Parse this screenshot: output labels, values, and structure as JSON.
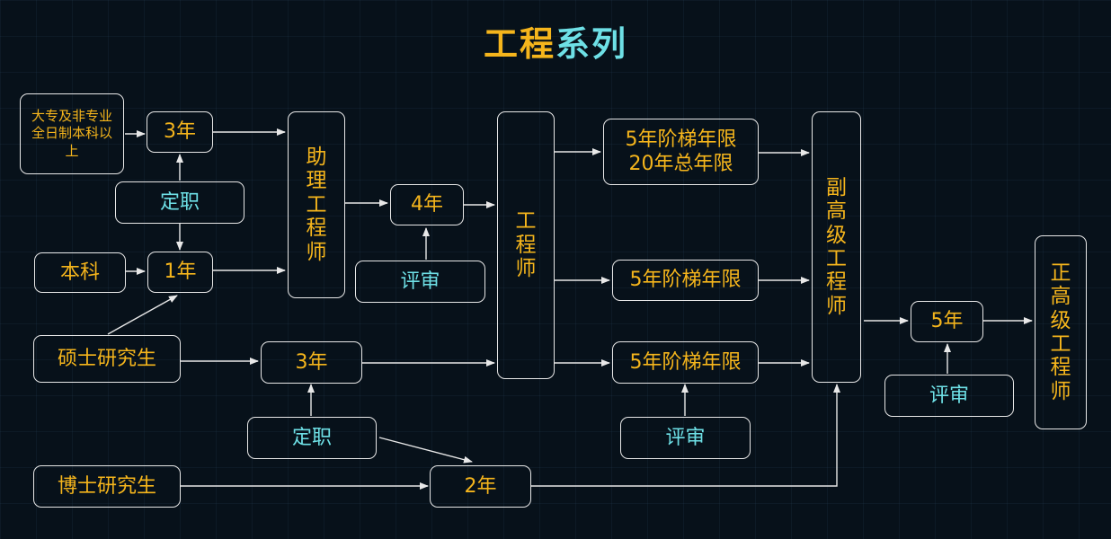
{
  "title": {
    "part1": "工程",
    "part2": "系列"
  },
  "nodes": {
    "dazhuan": "大专及非专业全日制本科以上",
    "y3_top": "3年",
    "dingzhi_top": "定职",
    "benke": "本科",
    "y1": "1年",
    "shuoshi": "硕士研究生",
    "y3_mid": "3年",
    "dingzhi_bottom": "定职",
    "boshi": "博士研究生",
    "y2": "2年",
    "zhuli": "助\n理\n工\n程\n师",
    "y4": "4年",
    "pingshen_1": "评审",
    "gongchengshi": "工\n程\n师",
    "ladder_top": "5年阶梯年限\n20年总年限",
    "ladder_mid": "5年阶梯年限",
    "ladder_bot": "5年阶梯年限",
    "pingshen_2": "评审",
    "fugaoji": "副\n高\n级\n工\n程\n师",
    "y5": "5年",
    "pingshen_3": "评审",
    "zhenggaoji": "正\n高\n级\n工\n程\n师"
  }
}
